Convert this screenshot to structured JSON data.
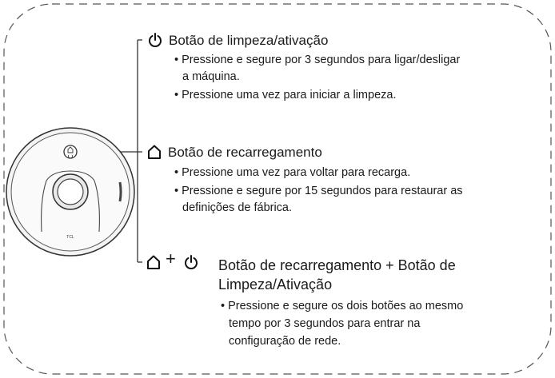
{
  "power_section": {
    "icon": "power-icon",
    "title": "Botão de limpeza/ativação",
    "bullets": [
      "• Pressione e segure por 3 segundos para ligar/desligar",
      "a máquina.",
      "• Pressione uma vez para iniciar a limpeza."
    ]
  },
  "home_section": {
    "icon": "home-icon",
    "title": "Botão de recarregamento",
    "bullets": [
      "• Pressione uma vez para voltar para recarga.",
      "• Pressione e segure por 15 segundos para restaurar as",
      "definições de fábrica."
    ]
  },
  "combo_section": {
    "icons": [
      "home-icon",
      "plus-icon",
      "power-icon"
    ],
    "plus": "+",
    "title_line1": "Botão de recarregamento + Botão de",
    "title_line2": "Limpeza/Ativação",
    "bullets": [
      "• Pressione e segure os dois botões ao mesmo",
      "tempo por 3 segundos para entrar na",
      "configuração de rede."
    ]
  },
  "robot": {
    "brand": "TCL"
  }
}
